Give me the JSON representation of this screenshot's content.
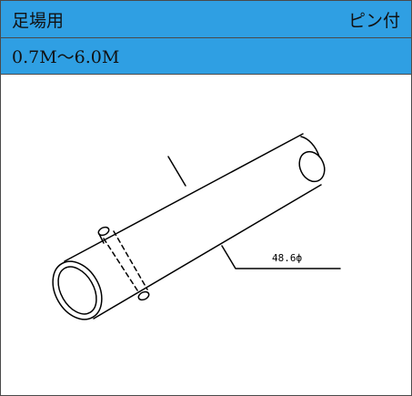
{
  "header": {
    "title": "足場用",
    "tag": "ピン付"
  },
  "size_range": "0.7M～6.0M",
  "drawing": {
    "dimension_label": "48.6ф",
    "subject": "pipe-with-pin"
  },
  "colors": {
    "header_bg": "#2f9fe3",
    "border": "#4a4a4a",
    "line": "#000000"
  }
}
